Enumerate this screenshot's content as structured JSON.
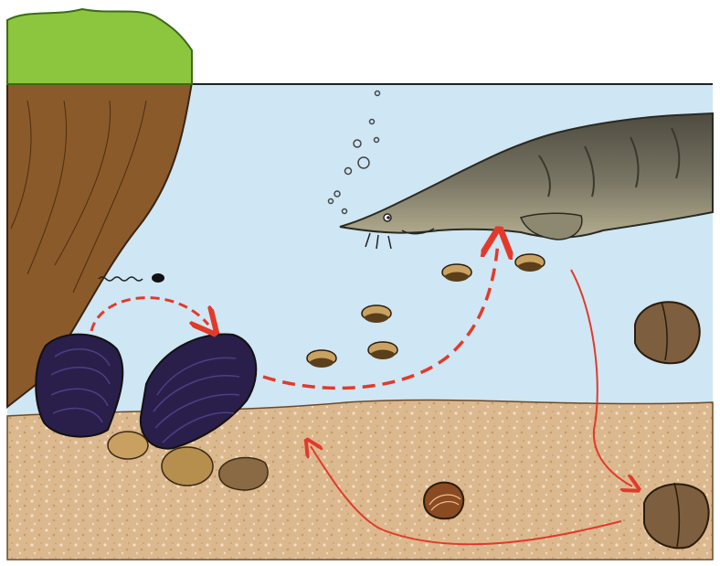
{
  "scene": {
    "description_free": true,
    "stages": [
      {
        "name": "sperm"
      },
      {
        "name": "adult-mussel-female"
      },
      {
        "name": "glochidia-larvae"
      },
      {
        "name": "host-fish-sturgeon"
      },
      {
        "name": "juvenile-mussel-dropping"
      },
      {
        "name": "juvenile-mussel-in-sediment"
      }
    ],
    "colors": {
      "sky": "#ffffff",
      "grass": "#8cc63f",
      "bank": "#8b5a2b",
      "water": "#cfe6f4",
      "sediment": "#d9b48a",
      "mussel_shell": "#2a1f4a",
      "glochidium": "#8a6a3a",
      "fish": "#6e6a58",
      "arrow": "#e23a2a"
    }
  }
}
